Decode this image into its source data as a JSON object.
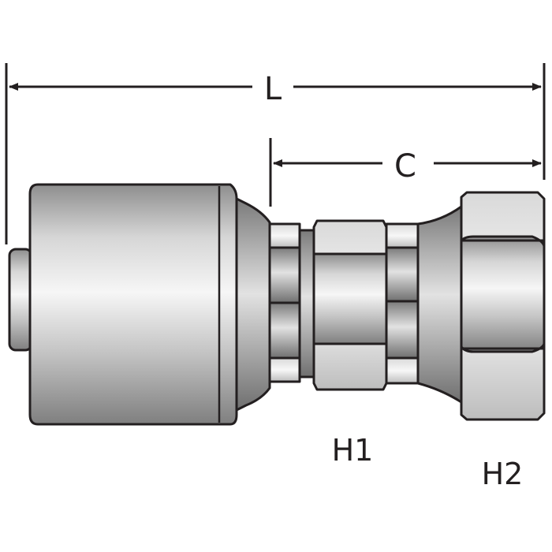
{
  "dimensions": {
    "overall_length_label": "L",
    "cut_length_label": "C"
  },
  "callouts": {
    "hex1_label": "H1",
    "hex2_label": "H2"
  },
  "colors": {
    "outline": "#231f20",
    "metal_light": "#f4f4f4",
    "metal_mid": "#c9c9c9",
    "metal_dark": "#8e8e8e"
  }
}
